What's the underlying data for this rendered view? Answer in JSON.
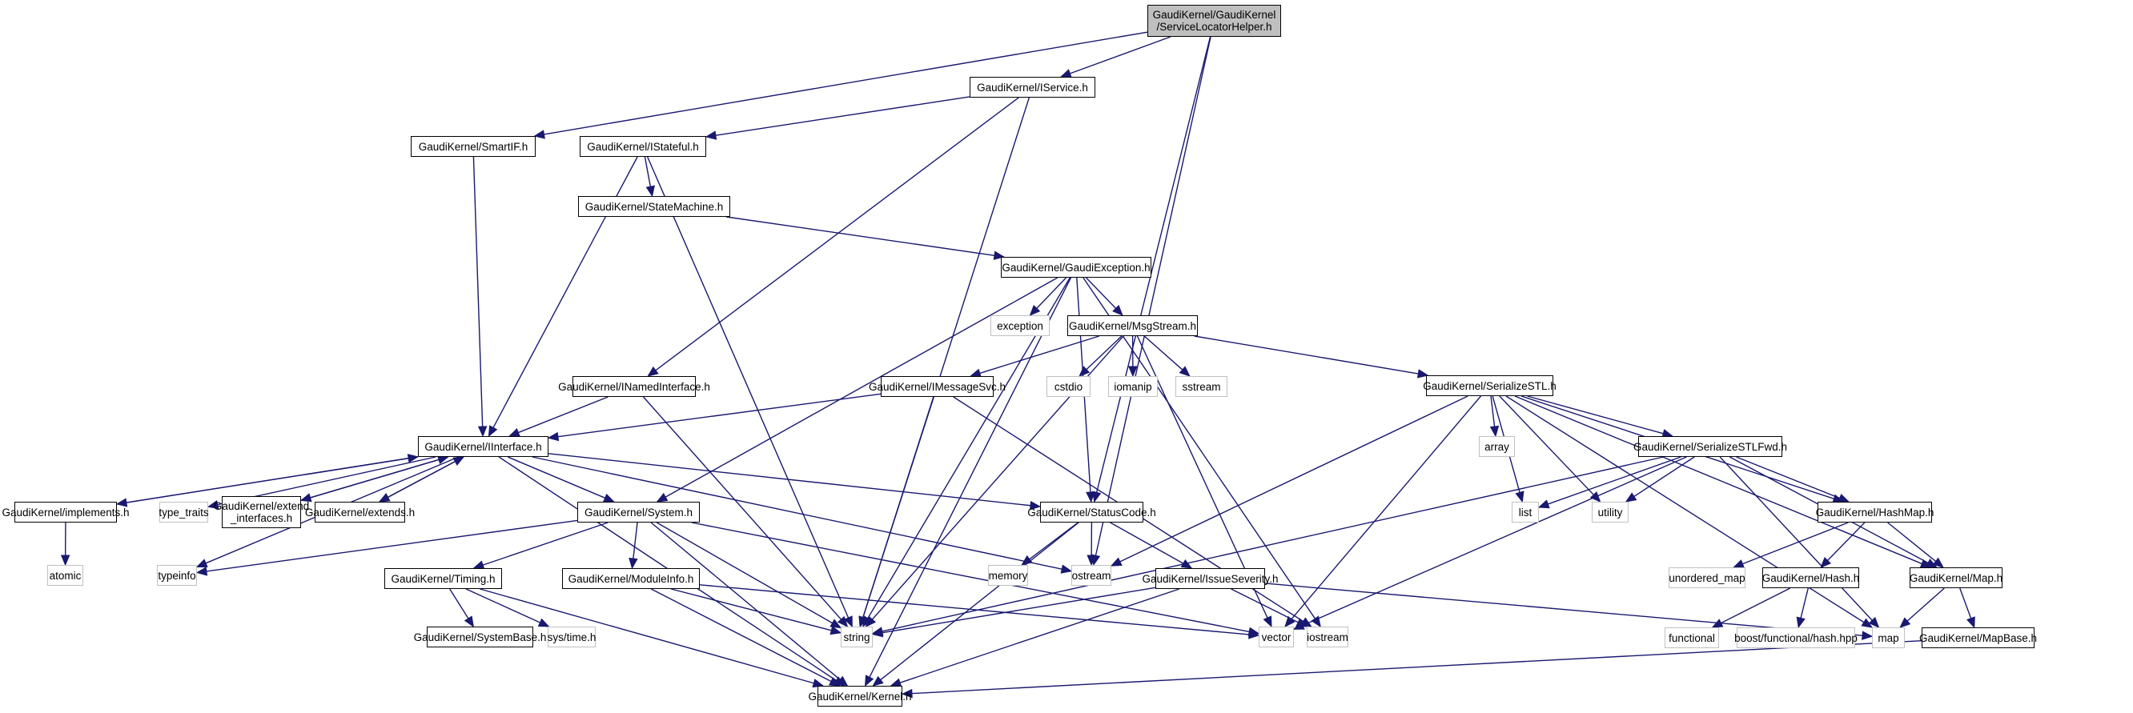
{
  "title": "GaudiKernel/GaudiKernel/ServiceLocatorHelper.h include dependency graph",
  "colors": {
    "edge": "#191970",
    "root_fill": "#bfbfbf",
    "local_border": "#000000",
    "system_border": "#c0c0c0"
  },
  "nodes": [
    {
      "id": "slh",
      "label": "GaudiKernel/GaudiKernel\n/ServiceLocatorHelper.h",
      "kind": "root"
    },
    {
      "id": "iservice",
      "label": "GaudiKernel/IService.h",
      "kind": "local"
    },
    {
      "id": "smartif",
      "label": "GaudiKernel/SmartIF.h",
      "kind": "local"
    },
    {
      "id": "istateful",
      "label": "GaudiKernel/IStateful.h",
      "kind": "local"
    },
    {
      "id": "statemachine",
      "label": "GaudiKernel/StateMachine.h",
      "kind": "local"
    },
    {
      "id": "gaudiexception",
      "label": "GaudiKernel/GaudiException.h",
      "kind": "local"
    },
    {
      "id": "exception",
      "label": "exception",
      "kind": "sys"
    },
    {
      "id": "msgstream",
      "label": "GaudiKernel/MsgStream.h",
      "kind": "local"
    },
    {
      "id": "inamedinterface",
      "label": "GaudiKernel/INamedInterface.h",
      "kind": "local"
    },
    {
      "id": "imessagesvc",
      "label": "GaudiKernel/IMessageSvc.h",
      "kind": "local"
    },
    {
      "id": "cstdio",
      "label": "cstdio",
      "kind": "sys"
    },
    {
      "id": "iomanip",
      "label": "iomanip",
      "kind": "sys"
    },
    {
      "id": "sstream",
      "label": "sstream",
      "kind": "sys"
    },
    {
      "id": "serializestl",
      "label": "GaudiKernel/SerializeSTL.h",
      "kind": "local"
    },
    {
      "id": "iinterface",
      "label": "GaudiKernel/IInterface.h",
      "kind": "local"
    },
    {
      "id": "array",
      "label": "array",
      "kind": "sys"
    },
    {
      "id": "serializestlfwd",
      "label": "GaudiKernel/SerializeSTLFwd.h",
      "kind": "local"
    },
    {
      "id": "implements",
      "label": "GaudiKernel/implements.h",
      "kind": "local"
    },
    {
      "id": "type_traits",
      "label": "type_traits",
      "kind": "sys"
    },
    {
      "id": "extend_interfaces",
      "label": "GaudiKernel/extend\n_interfaces.h",
      "kind": "local"
    },
    {
      "id": "extends",
      "label": "GaudiKernel/extends.h",
      "kind": "local"
    },
    {
      "id": "system",
      "label": "GaudiKernel/System.h",
      "kind": "local"
    },
    {
      "id": "statuscode",
      "label": "GaudiKernel/StatusCode.h",
      "kind": "local"
    },
    {
      "id": "list",
      "label": "list",
      "kind": "sys"
    },
    {
      "id": "utility",
      "label": "utility",
      "kind": "sys"
    },
    {
      "id": "hashmap",
      "label": "GaudiKernel/HashMap.h",
      "kind": "local"
    },
    {
      "id": "atomic",
      "label": "atomic",
      "kind": "sys"
    },
    {
      "id": "typeinfo",
      "label": "typeinfo",
      "kind": "sys"
    },
    {
      "id": "timing",
      "label": "GaudiKernel/Timing.h",
      "kind": "local"
    },
    {
      "id": "moduleinfo",
      "label": "GaudiKernel/ModuleInfo.h",
      "kind": "local"
    },
    {
      "id": "memory",
      "label": "memory",
      "kind": "sys"
    },
    {
      "id": "ostream",
      "label": "ostream",
      "kind": "sys"
    },
    {
      "id": "issueseverity",
      "label": "GaudiKernel/IssueSeverity.h",
      "kind": "local"
    },
    {
      "id": "unordered_map",
      "label": "unordered_map",
      "kind": "sys"
    },
    {
      "id": "hash",
      "label": "GaudiKernel/Hash.h",
      "kind": "local"
    },
    {
      "id": "map_h",
      "label": "GaudiKernel/Map.h",
      "kind": "local"
    },
    {
      "id": "systembase",
      "label": "GaudiKernel/SystemBase.h",
      "kind": "local"
    },
    {
      "id": "systime",
      "label": "sys/time.h",
      "kind": "sys"
    },
    {
      "id": "string",
      "label": "string",
      "kind": "sys"
    },
    {
      "id": "vector",
      "label": "vector",
      "kind": "sys"
    },
    {
      "id": "iostream",
      "label": "iostream",
      "kind": "sys"
    },
    {
      "id": "functional",
      "label": "functional",
      "kind": "sys"
    },
    {
      "id": "boosthash",
      "label": "boost/functional/hash.hpp",
      "kind": "sys"
    },
    {
      "id": "map",
      "label": "map",
      "kind": "sys"
    },
    {
      "id": "mapbase",
      "label": "GaudiKernel/MapBase.h",
      "kind": "local"
    },
    {
      "id": "kernel",
      "label": "GaudiKernel/Kernel.h",
      "kind": "local"
    }
  ],
  "edges": [
    [
      "slh",
      "iservice"
    ],
    [
      "slh",
      "smartif"
    ],
    [
      "slh",
      "statuscode"
    ],
    [
      "slh",
      "ostream"
    ],
    [
      "iservice",
      "istateful"
    ],
    [
      "iservice",
      "inamedinterface"
    ],
    [
      "iservice",
      "string"
    ],
    [
      "smartif",
      "iinterface"
    ],
    [
      "istateful",
      "statemachine"
    ],
    [
      "istateful",
      "iinterface"
    ],
    [
      "istateful",
      "string"
    ],
    [
      "statemachine",
      "gaudiexception"
    ],
    [
      "gaudiexception",
      "exception"
    ],
    [
      "gaudiexception",
      "msgstream"
    ],
    [
      "gaudiexception",
      "system"
    ],
    [
      "gaudiexception",
      "string"
    ],
    [
      "gaudiexception",
      "statuscode"
    ],
    [
      "gaudiexception",
      "kernel"
    ],
    [
      "gaudiexception",
      "iostream"
    ],
    [
      "msgstream",
      "imessagesvc"
    ],
    [
      "msgstream",
      "cstdio"
    ],
    [
      "msgstream",
      "iomanip"
    ],
    [
      "msgstream",
      "sstream"
    ],
    [
      "msgstream",
      "serializestl"
    ],
    [
      "msgstream",
      "string"
    ],
    [
      "msgstream",
      "vector"
    ],
    [
      "inamedinterface",
      "iinterface"
    ],
    [
      "inamedinterface",
      "string"
    ],
    [
      "imessagesvc",
      "iinterface"
    ],
    [
      "imessagesvc",
      "string"
    ],
    [
      "imessagesvc",
      "iostream"
    ],
    [
      "serializestl",
      "array"
    ],
    [
      "serializestl",
      "serializestlfwd"
    ],
    [
      "serializestl",
      "list"
    ],
    [
      "serializestl",
      "utility"
    ],
    [
      "serializestl",
      "hashmap"
    ],
    [
      "serializestl",
      "map_h"
    ],
    [
      "serializestl",
      "map"
    ],
    [
      "serializestl",
      "ostream"
    ],
    [
      "serializestl",
      "vector"
    ],
    [
      "serializestlfwd",
      "list"
    ],
    [
      "serializestlfwd",
      "utility"
    ],
    [
      "serializestlfwd",
      "hashmap"
    ],
    [
      "serializestlfwd",
      "map_h"
    ],
    [
      "serializestlfwd",
      "map"
    ],
    [
      "serializestlfwd",
      "string"
    ],
    [
      "serializestlfwd",
      "vector"
    ],
    [
      "iinterface",
      "implements"
    ],
    [
      "iinterface",
      "type_traits"
    ],
    [
      "iinterface",
      "extend_interfaces"
    ],
    [
      "iinterface",
      "extends"
    ],
    [
      "iinterface",
      "system"
    ],
    [
      "iinterface",
      "statuscode"
    ],
    [
      "iinterface",
      "typeinfo"
    ],
    [
      "iinterface",
      "ostream"
    ],
    [
      "iinterface",
      "kernel"
    ],
    [
      "implements",
      "iinterface"
    ],
    [
      "implements",
      "atomic"
    ],
    [
      "extend_interfaces",
      "iinterface"
    ],
    [
      "extends",
      "iinterface"
    ],
    [
      "system",
      "typeinfo"
    ],
    [
      "system",
      "timing"
    ],
    [
      "system",
      "moduleinfo"
    ],
    [
      "system",
      "string"
    ],
    [
      "system",
      "vector"
    ],
    [
      "system",
      "kernel"
    ],
    [
      "timing",
      "systembase"
    ],
    [
      "timing",
      "systime"
    ],
    [
      "timing",
      "kernel"
    ],
    [
      "moduleinfo",
      "string"
    ],
    [
      "moduleinfo",
      "vector"
    ],
    [
      "moduleinfo",
      "kernel"
    ],
    [
      "statuscode",
      "memory"
    ],
    [
      "statuscode",
      "ostream"
    ],
    [
      "statuscode",
      "issueseverity"
    ],
    [
      "statuscode",
      "kernel"
    ],
    [
      "issueseverity",
      "map"
    ],
    [
      "issueseverity",
      "string"
    ],
    [
      "issueseverity",
      "iostream"
    ],
    [
      "issueseverity",
      "kernel"
    ],
    [
      "hashmap",
      "unordered_map"
    ],
    [
      "hashmap",
      "hash"
    ],
    [
      "hashmap",
      "map_h"
    ],
    [
      "hash",
      "functional"
    ],
    [
      "hash",
      "boosthash"
    ],
    [
      "map_h",
      "map"
    ],
    [
      "map_h",
      "mapbase"
    ],
    [
      "mapbase",
      "kernel"
    ]
  ]
}
